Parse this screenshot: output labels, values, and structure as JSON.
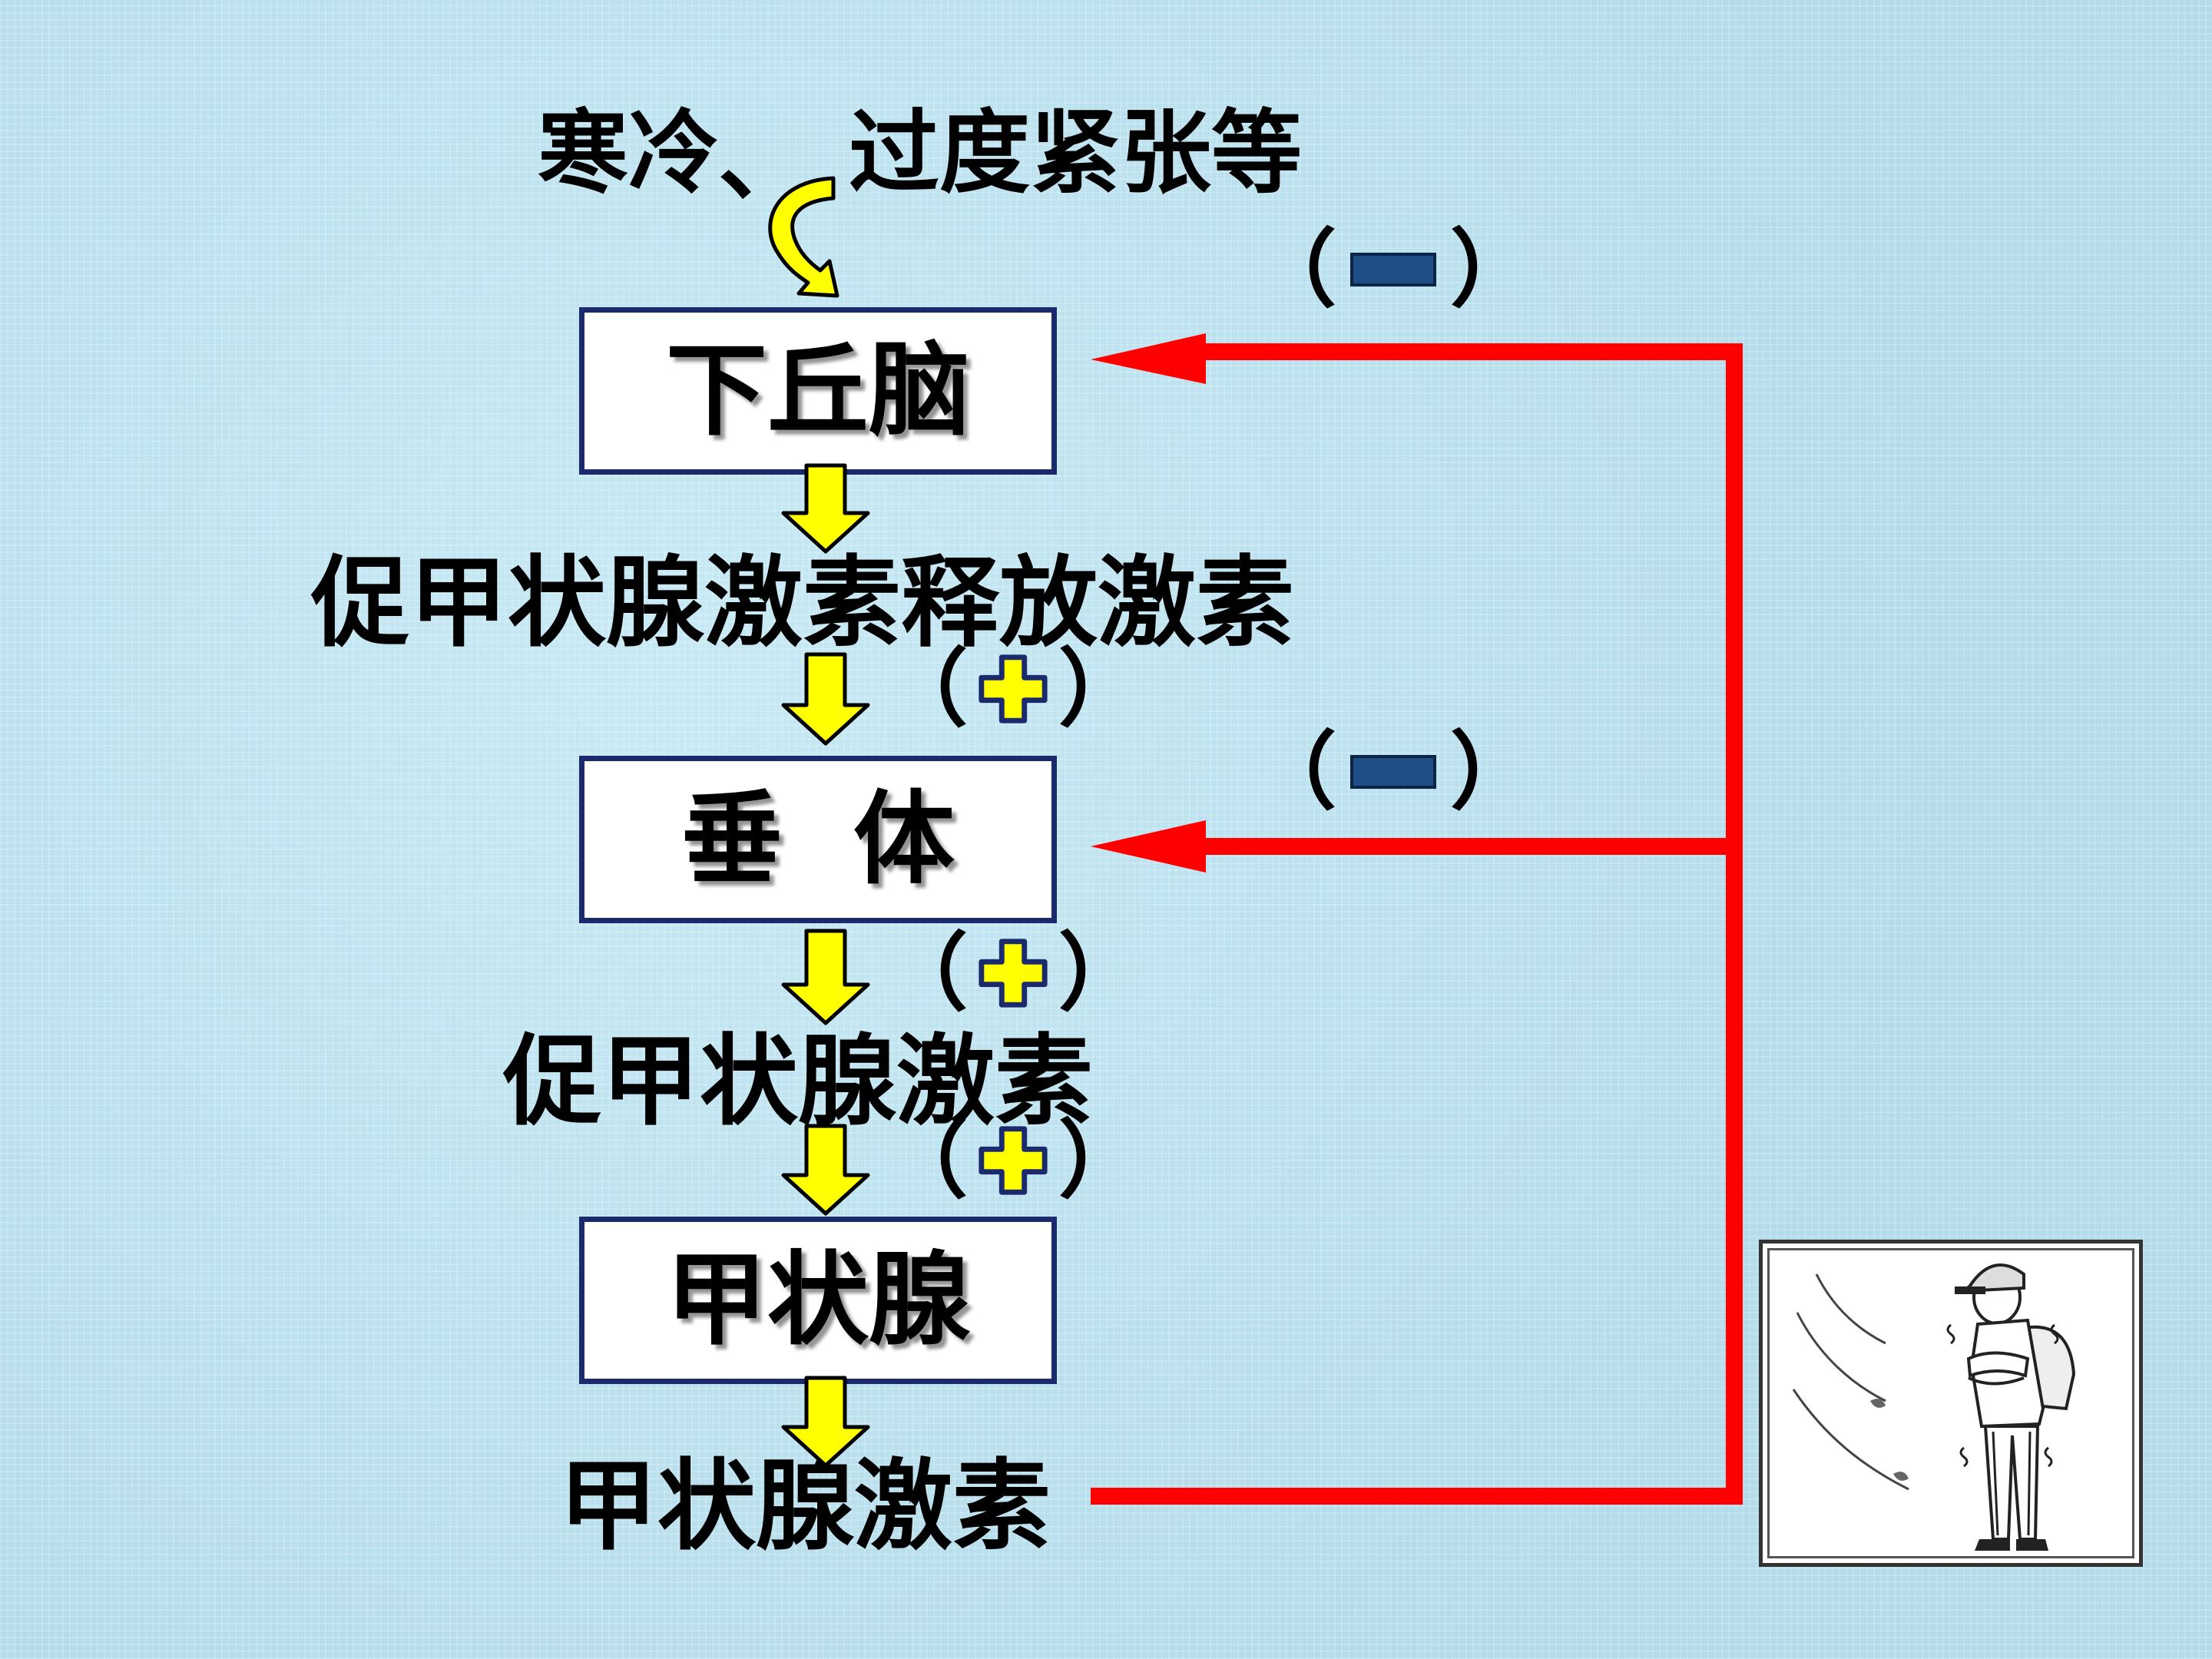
{
  "stimulus": {
    "left": "寒冷",
    "sep": "、",
    "right": "过度紧张等"
  },
  "nodes": {
    "hypothalamus": "下丘脑",
    "trh": "促甲状腺激素释放激素",
    "pituitary": "垂  体",
    "tsh": "促甲状腺激素",
    "thyroid": "甲状腺",
    "th": "甲状腺激素"
  },
  "regulation": {
    "open": "（",
    "close": "）"
  },
  "colors": {
    "feedback_line": "#ff0000",
    "arrow_fill": "#ffff00",
    "box_border": "#1a2a6c",
    "minus_fill": "#1f4e86",
    "background": "#b8e0ee"
  },
  "icons": {
    "stimulus_arrow": "curved-arrow-icon",
    "down_arrow": "down-arrow-icon",
    "plus": "plus-icon",
    "minus": "minus-icon",
    "person": "shivering-person-icon"
  }
}
